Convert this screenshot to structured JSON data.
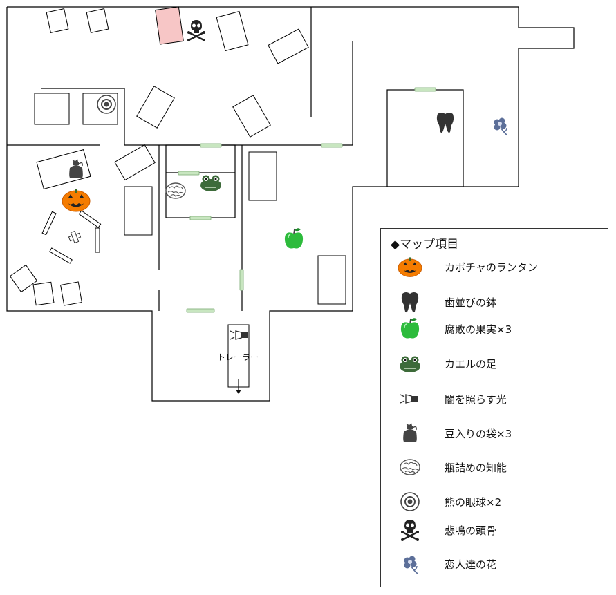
{
  "map": {
    "trailer_label": "トレーラー"
  },
  "legend": {
    "title": "◆マップ項目",
    "items": [
      {
        "icon": "pumpkin-icon",
        "label": "カボチャのランタン"
      },
      {
        "icon": "tooth-icon",
        "label": "歯並びの鉢"
      },
      {
        "icon": "apple-icon",
        "label": "腐敗の果実×3"
      },
      {
        "icon": "frog-icon",
        "label": "カエルの足"
      },
      {
        "icon": "flashlight-icon",
        "label": "闇を照らす光"
      },
      {
        "icon": "bean-bag-icon",
        "label": "豆入りの袋×3"
      },
      {
        "icon": "brain-icon",
        "label": "瓶詰めの知能"
      },
      {
        "icon": "eyeball-icon",
        "label": "熊の眼球×2"
      },
      {
        "icon": "skull-icon",
        "label": "悲鳴の頭骨"
      },
      {
        "icon": "flower-icon",
        "label": "恋人達の花"
      }
    ]
  },
  "colors": {
    "pumpkin": "#f57c00",
    "apple": "#2dbb3c",
    "frog": "#3d6b3a",
    "door": "#c8e6c0",
    "highlight_box": "#f7c6c6",
    "tooth": "#333333",
    "flower": "#5c6f99"
  }
}
